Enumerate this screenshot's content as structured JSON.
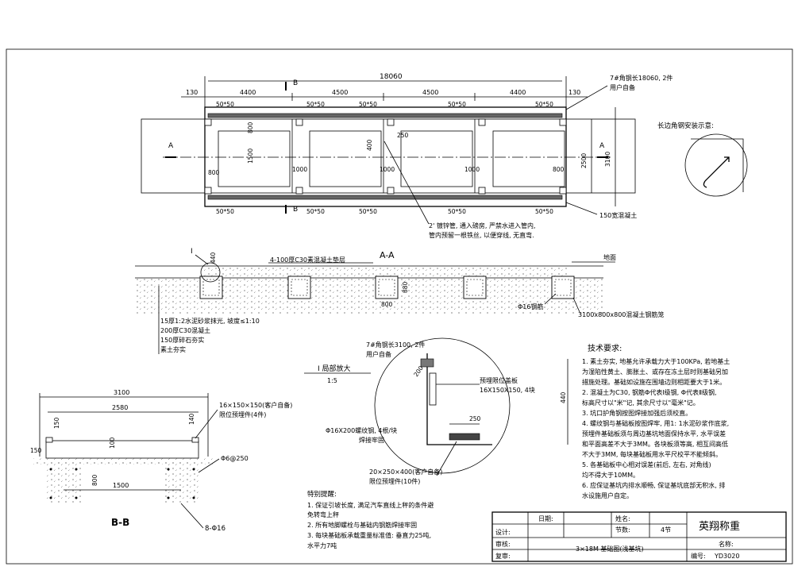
{
  "plan": {
    "total_length": "18060",
    "end_offset_left": "130",
    "end_offset_right": "130",
    "bays": [
      "4400",
      "4500",
      "4500",
      "4400"
    ],
    "angle_steel_note": "7#角钢长18060, 2件",
    "angle_steel_note2": "用户自备",
    "plate_size": "50*50",
    "dim_800": "800",
    "dim_1500": "1500",
    "dim_1000": "1000",
    "dim_400": "400",
    "dim_250": "250",
    "dim_2500": "2500",
    "dim_3100": "3100",
    "section_a": "A",
    "section_b": "B",
    "pipe_note_1": "2' 镀锌管, 通入磅房, 严禁水进入管内,",
    "pipe_note_2": "管内预留一根铁丝, 以便穿线, 无直弯.",
    "concrete_note": "150宽混凝土",
    "install_title": "长边角钢安装示意:"
  },
  "section_aa": {
    "title": "A-A",
    "label_i": "I",
    "dim_440": "440",
    "cushion_note": "4-100厚C30素混凝土垫层",
    "ground_label": "地面",
    "dim_800": "800",
    "dim_880": "880",
    "rebar_note": "Φ16钢筋",
    "cage_note": "3100x800x800混凝土钢筋笼",
    "layers": [
      "15厚1:2水泥砂浆抹光, 坡度≤1:10",
      "200厚C30混凝土",
      "150厚碎石夯实",
      "素土夯实"
    ]
  },
  "detail_i": {
    "title": "I 局部放大",
    "scale": "1:5",
    "angle_note": "7#角钢长3100, 2件",
    "angle_note2": "用户自备",
    "dim_200": "200",
    "plate_note": "预埋限位盖板",
    "plate_size": "16X150X150, 4块",
    "bolt_note": "Φ16X200螺纹钢, 4根/块",
    "bolt_note2": "焊接牢固",
    "dim_250": "250",
    "dim_440": "440",
    "embed_note": "20×250×400(客户自备)",
    "embed_note2": "限位预埋件(10件)"
  },
  "section_bb": {
    "title": "B-B",
    "dim_3100": "3100",
    "dim_2580": "2580",
    "dim_150": "150",
    "dim_140": "140",
    "dim_100": "100",
    "dim_800": "800",
    "dim_1500": "1500",
    "embed_note": "16×150×150(客户自备)",
    "embed_note2": "限位预埋件(4件)",
    "stirrup_note": "Φ6@250",
    "rebar_note": "8-Φ16"
  },
  "special_notes": {
    "title": "特别提醒:",
    "items": [
      "1. 保证引坡长度, 满足汽车直线上秤的条件避",
      "免转弯上秤",
      "2. 所有地脚螺栓与基础内钢筋焊接牢固",
      "3. 每块基础板承载重量标准值: 垂直力25吨,",
      "水平力7吨"
    ]
  },
  "technical_requirements": {
    "title": "技术要求:",
    "lines": [
      "1. 素土夯实, 地基允许承载力大于100KPa, 若地基土",
      "为湿陷性黄土、膨胀土、或存在冻土层时则基础另加",
      "措施处理。基础如设施在围墙边则相距要大于1米。",
      "2. 混凝土为C30, 钢筋Φ代表Ⅰ级钢, Φ代表Ⅱ级钢,",
      "标高尺寸以\"米\"记, 其余尺寸以\"毫米\"记。",
      "3. 坑口护角钢按图焊接加强后须校直。",
      "4. 螺纹钢与基础板按图焊牢, 用1: 1水泥砂浆作底浆,",
      "预埋件基础板须与周边基坑地面保持水平, 水平误差",
      "和平面高差不大于3MM。各块板须等高, 相互间高低",
      "不大于3MM, 每块基础板用水平尺校平不能倾斜。",
      "5. 各基础板中心相对误差(前后, 左右, 对角线)",
      "均不得大于10MM。",
      "6. 应保证基坑内排水顺畅, 保证基坑底部无积水, 排",
      "水设施用户自定。"
    ]
  },
  "title_block": {
    "date_label": "日期:",
    "name_label": "姓名:",
    "company": "英翔称重",
    "design_label": "设计:",
    "sections_label": "节数:",
    "sections_value": "4节",
    "review_label": "审核:",
    "drawing_title": "3×18M 基础图(浅基坑)",
    "drawing_name_label": "名称:",
    "check_label": "复审:",
    "code_label": "编号:",
    "code_value": "YD3020"
  }
}
